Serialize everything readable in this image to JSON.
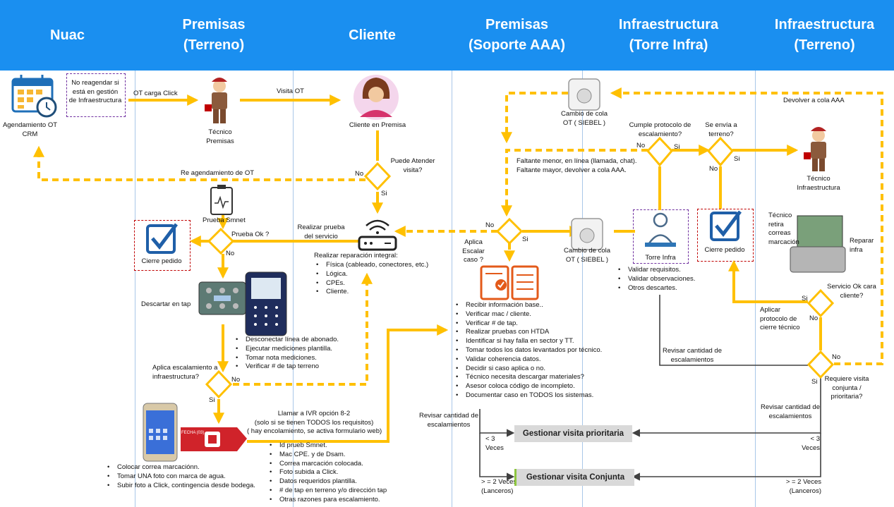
{
  "lanes": [
    {
      "line1": "Nuac",
      "line2": ""
    },
    {
      "line1": "Premisas",
      "line2": "(Terreno)"
    },
    {
      "line1": "Cliente",
      "line2": ""
    },
    {
      "line1": "Premisas",
      "line2": "(Soporte AAA)"
    },
    {
      "line1": "Infraestructura",
      "line2": "(Torre Infra)"
    },
    {
      "line1": "Infraestructura",
      "line2": "(Terreno)"
    }
  ],
  "nodes": {
    "agendamiento": "Agendamiento OT CRM",
    "no_reagendar": "No reagendar si está en gestión de Infraestructura",
    "tecnico_premisas": "Técnico Premisas",
    "cliente_premisa": "Cliente en Premisa",
    "prueba_smnet": "Prueba Smnet",
    "prueba_ok": "Prueba  Ok ?",
    "cierre_pedido_1": "Cierre pedido",
    "descartar_tap": "Descartar en tap",
    "aplica_escalamiento": "Aplica escalamiento a infraestructura?",
    "realizar_prueba": "Realizar prueba del servicio",
    "cambio_cola_1": "Cambio de cola OT ( SIEBEL )",
    "cambio_cola_2": "Cambio de cola OT ( SIEBEL )",
    "aplica_escalar": "Aplica Escalar caso ?",
    "torre_infra": "Torre Infra",
    "cierre_pedido_2": "Cierre pedido",
    "cumple_protocolo": "Cumple protocolo de escalamiento?",
    "se_envia": "Se envía a terreno?",
    "tecnico_infra": "Técnico Infraestructura",
    "tecnico_retira": "Técnico retira correas marcación",
    "reparar_infra": "Reparar infra",
    "servicio_ok": "Servicio Ok cara cliente?",
    "aplicar_protocolo": "Aplicar protocolo de cierre técnico",
    "requiere_visita": "Requiere visita conjunta / prioritaria?",
    "gestionar_prioritaria": "Gestionar visita prioritaria",
    "gestionar_conjunta": "Gestionar visita Conjunta",
    "puede_atender": "Puede Atender  visita?",
    "fecha_tag": "FECHA (03)"
  },
  "edges": {
    "ot_carga": "OT  carga Click",
    "visita_ot": "Visita OT",
    "reagendamiento": "Re agendamiento de OT",
    "devolver_aaa": "Devolver a cola AAA",
    "faltante": "Faltante menor, en línea (llamada, chat).",
    "faltante2": "Faltante mayor, devolver a cola AAA.",
    "llamar_ivr_1": "Llamar a IVR opción 8-2",
    "llamar_ivr_2": "(solo si se tienen TODOS los requisitos)",
    "llamar_ivr_3": "( hay encolamiento, se activa formulario web)",
    "revisar_cant_1": "Revisar cantidad de escalamientos",
    "revisar_cant_2": "Revisar cantidad de escalamientos",
    "revisar_cant_3": "Revisar cantidad de escalamientos",
    "lt3_a": "< 3 Veces",
    "lt3_b": "< 3 Veces",
    "ge2_a": ">  = 2 Veces (Lanceros)",
    "ge2_b": ">  = 2 Veces (Lanceros)",
    "no": "No",
    "si": "Si"
  },
  "lists": {
    "reparacion_title": "Realizar reparación integral:",
    "reparacion": [
      "Física (cableado, conectores, etc.)",
      "Lógica.",
      "CPEs.",
      "Cliente."
    ],
    "mediciones": [
      "Desconectar línea de abonado.",
      "Ejecutar mediciones plantilla.",
      "Tomar nota mediciones.",
      "Verificar # de tap terreno"
    ],
    "soporte": [
      "Recibir información base..",
      "Verificar mac / cliente.",
      "Verificar # de tap.",
      "Realizar pruebas con HTDA",
      "Identificar si hay falla en sector y TT.",
      "Tomar todos los datos levantados por técnico.",
      "Validar coherencia datos.",
      "Decidir si caso aplica o no.",
      "Técnico necesita descargar materiales?",
      "Asesor coloca código de incompleto.",
      "Documentar caso en TODOS  los sistemas."
    ],
    "torre": [
      "Validar requisitos.",
      "Validar observaciones.",
      "Otros descartes."
    ],
    "correa": [
      "Colocar correa marcaciónn.",
      "Tomar UNA foto con marca de agua.",
      "Subir foto a Click, contingencia desde bodega."
    ],
    "escalamiento": [
      "Id prueb Smnet.",
      "Mac CPE. y de Dsam.",
      "Correa marcación colocada.",
      "Foto subida a Click.",
      "Datos requeridos plantilla.",
      "# de tap en terreno y/o dirección tap",
      "Otras razones para escalamiento."
    ]
  },
  "colors": {
    "header": "#1a8ff0",
    "arrow": "#ffc000",
    "dark_arrow": "#404040",
    "check": "#1f5fa8",
    "red_box": "#c00000",
    "purple_box": "#7030a0"
  }
}
